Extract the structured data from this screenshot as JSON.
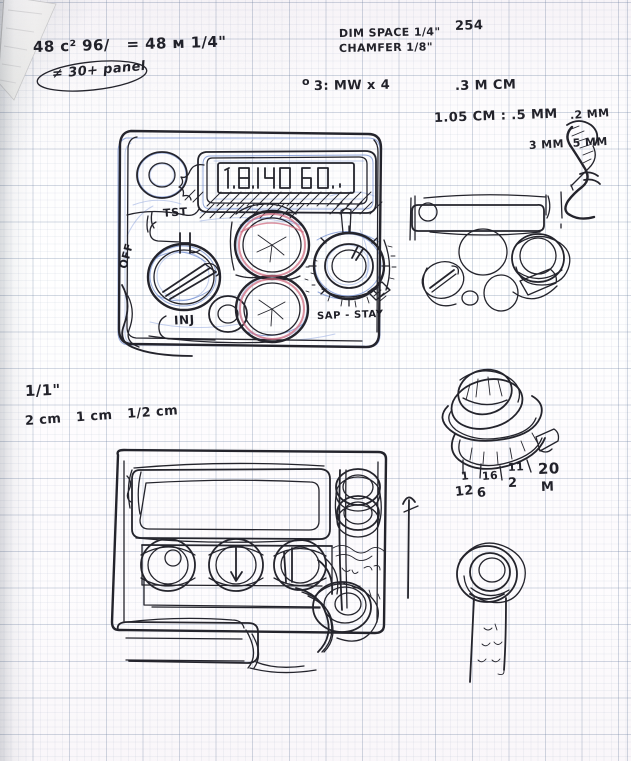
{
  "document": {
    "kind": "hand-drawn engineering sketch",
    "medium": "ballpoint pen on graph paper",
    "page_size": "631 x 761"
  },
  "annotations": {
    "top_left": {
      "line1": "48 c² 96/   = 48 ᴍ 1/4\"",
      "circled": "≠ 30+ panel"
    },
    "top_middle": {
      "line1": "DIM SPACE 1/4\"",
      "line2": "CHAMFER 1/8\"",
      "line3": "3: MW x 4",
      "marker": "o"
    },
    "top_right": {
      "count": "254",
      "dim_cm": ".3 M CM",
      "dim_row": "1.05 CM : .5 MM",
      "dim_small_1": ".2 MM",
      "dim_small_2": "3 MM .5 MM"
    },
    "mid_left": {
      "scale": "1/1\"",
      "ticks": "2 cm   1 cm   1/2 cm"
    },
    "bottom_right_parts": {
      "t1": "12",
      "t2": "6",
      "t3": "2",
      "t4": "20",
      "t5": "M",
      "t6": "1",
      "t7": "16",
      "t8": "11"
    }
  },
  "panel": {
    "title": "control panel front face",
    "display": {
      "type": "lcd-7-segment",
      "readout": "1.0.1.4.0  0.0."
    },
    "labels": {
      "test": "TST",
      "off": "OFF",
      "inject": "INJ",
      "sap_stay": "SAP - STAY"
    },
    "controls": [
      {
        "name": "bezel-ring-top-left",
        "type": "ring"
      },
      {
        "name": "selector-knob-left",
        "type": "knob-with-pointer"
      },
      {
        "name": "rotary-knob-center-upper",
        "type": "knob",
        "accent": "#d06a7e"
      },
      {
        "name": "rotary-knob-center-lower",
        "type": "knob",
        "accent": "#d06a7e"
      },
      {
        "name": "dial-scale-right",
        "type": "graduated-dial"
      },
      {
        "name": "button-small-lower",
        "type": "push-button"
      }
    ]
  },
  "machine": {
    "title": "machine / engine block plan view",
    "features": [
      "rounded rectangular housing",
      "long top reservoir",
      "three in-line cylinder bores",
      "stacked twin rollers at right",
      "coiled hose bundle",
      "lower sump tray",
      "up arrow"
    ]
  },
  "parts": {
    "scatter": [
      "rounded-slot-bar",
      "small-ring",
      "medium-circle",
      "small-oval",
      "tiny-circle",
      "knurled-cap",
      "angled-pin-cap"
    ],
    "knurled_cap": "knurled cap with graduated collar and tab",
    "hex_nut_stud": "hex nut on stud with threads"
  },
  "colors": {
    "ink_black": "#24242c",
    "ink_blue": "#5577c8",
    "ink_red": "#d06a7e",
    "grid_blue": "#7b8caa",
    "paper": "#fefefe"
  }
}
